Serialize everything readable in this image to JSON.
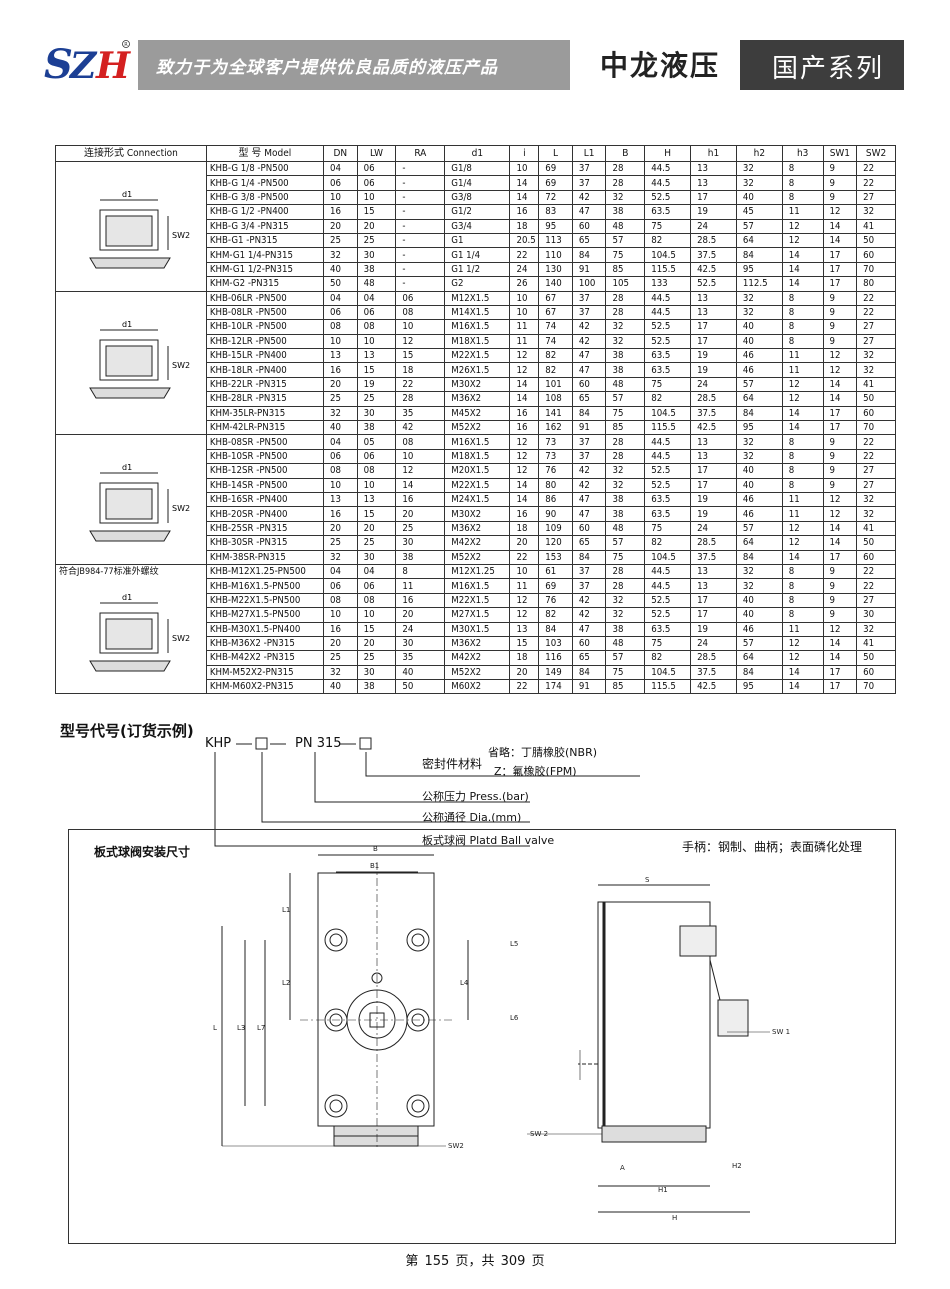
{
  "header": {
    "slogan": "致力于为全球客户提供优良品质的液压产品",
    "brand": "中龙液压",
    "series": "国产系列",
    "logo_text": "SZH"
  },
  "table": {
    "headers": [
      "连接形式 Connection",
      "型  号 Model",
      "DN",
      "LW",
      "RA",
      "d1",
      "i",
      "L",
      "L1",
      "B",
      "H",
      "h1",
      "h2",
      "h3",
      "SW1",
      "SW2"
    ],
    "groups": [
      {
        "note": "",
        "rows": [
          [
            "KHB-G 1/8 -PN500",
            "04",
            "06",
            "-",
            "G1/8",
            "10",
            "69",
            "37",
            "28",
            "44.5",
            "13",
            "32",
            "8",
            "9",
            "22"
          ],
          [
            "KHB-G 1/4 -PN500",
            "06",
            "06",
            "-",
            "G1/4",
            "14",
            "69",
            "37",
            "28",
            "44.5",
            "13",
            "32",
            "8",
            "9",
            "22"
          ],
          [
            "KHB-G 3/8 -PN500",
            "10",
            "10",
            "-",
            "G3/8",
            "14",
            "72",
            "42",
            "32",
            "52.5",
            "17",
            "40",
            "8",
            "9",
            "27"
          ],
          [
            "KHB-G 1/2 -PN400",
            "16",
            "15",
            "-",
            "G1/2",
            "16",
            "83",
            "47",
            "38",
            "63.5",
            "19",
            "45",
            "11",
            "12",
            "32"
          ],
          [
            "KHB-G 3/4 -PN315",
            "20",
            "20",
            "-",
            "G3/4",
            "18",
            "95",
            "60",
            "48",
            "75",
            "24",
            "57",
            "12",
            "14",
            "41"
          ],
          [
            "KHB-G1 -PN315",
            "25",
            "25",
            "-",
            "G1",
            "20.5",
            "113",
            "65",
            "57",
            "82",
            "28.5",
            "64",
            "12",
            "14",
            "50"
          ],
          [
            "KHM-G1 1/4-PN315",
            "32",
            "30",
            "-",
            "G1 1/4",
            "22",
            "110",
            "84",
            "75",
            "104.5",
            "37.5",
            "84",
            "14",
            "17",
            "60"
          ],
          [
            "KHM-G1 1/2-PN315",
            "40",
            "38",
            "-",
            "G1 1/2",
            "24",
            "130",
            "91",
            "85",
            "115.5",
            "42.5",
            "95",
            "14",
            "17",
            "70"
          ],
          [
            "KHM-G2 -PN315",
            "50",
            "48",
            "-",
            "G2",
            "26",
            "140",
            "100",
            "105",
            "133",
            "52.5",
            "112.5",
            "14",
            "17",
            "80"
          ]
        ]
      },
      {
        "note": "",
        "rows": [
          [
            "KHB-06LR -PN500",
            "04",
            "04",
            "06",
            "M12X1.5",
            "10",
            "67",
            "37",
            "28",
            "44.5",
            "13",
            "32",
            "8",
            "9",
            "22"
          ],
          [
            "KHB-08LR -PN500",
            "06",
            "06",
            "08",
            "M14X1.5",
            "10",
            "67",
            "37",
            "28",
            "44.5",
            "13",
            "32",
            "8",
            "9",
            "22"
          ],
          [
            "KHB-10LR -PN500",
            "08",
            "08",
            "10",
            "M16X1.5",
            "11",
            "74",
            "42",
            "32",
            "52.5",
            "17",
            "40",
            "8",
            "9",
            "27"
          ],
          [
            "KHB-12LR -PN500",
            "10",
            "10",
            "12",
            "M18X1.5",
            "11",
            "74",
            "42",
            "32",
            "52.5",
            "17",
            "40",
            "8",
            "9",
            "27"
          ],
          [
            "KHB-15LR -PN400",
            "13",
            "13",
            "15",
            "M22X1.5",
            "12",
            "82",
            "47",
            "38",
            "63.5",
            "19",
            "46",
            "11",
            "12",
            "32"
          ],
          [
            "KHB-18LR -PN400",
            "16",
            "15",
            "18",
            "M26X1.5",
            "12",
            "82",
            "47",
            "38",
            "63.5",
            "19",
            "46",
            "11",
            "12",
            "32"
          ],
          [
            "KHB-22LR -PN315",
            "20",
            "19",
            "22",
            "M30X2",
            "14",
            "101",
            "60",
            "48",
            "75",
            "24",
            "57",
            "12",
            "14",
            "41"
          ],
          [
            "KHB-28LR -PN315",
            "25",
            "25",
            "28",
            "M36X2",
            "14",
            "108",
            "65",
            "57",
            "82",
            "28.5",
            "64",
            "12",
            "14",
            "50"
          ],
          [
            "KHM-35LR-PN315",
            "32",
            "30",
            "35",
            "M45X2",
            "16",
            "141",
            "84",
            "75",
            "104.5",
            "37.5",
            "84",
            "14",
            "17",
            "60"
          ],
          [
            "KHM-42LR-PN315",
            "40",
            "38",
            "42",
            "M52X2",
            "16",
            "162",
            "91",
            "85",
            "115.5",
            "42.5",
            "95",
            "14",
            "17",
            "70"
          ]
        ]
      },
      {
        "note": "",
        "rows": [
          [
            "KHB-08SR -PN500",
            "04",
            "05",
            "08",
            "M16X1.5",
            "12",
            "73",
            "37",
            "28",
            "44.5",
            "13",
            "32",
            "8",
            "9",
            "22"
          ],
          [
            "KHB-10SR -PN500",
            "06",
            "06",
            "10",
            "M18X1.5",
            "12",
            "73",
            "37",
            "28",
            "44.5",
            "13",
            "32",
            "8",
            "9",
            "22"
          ],
          [
            "KHB-12SR -PN500",
            "08",
            "08",
            "12",
            "M20X1.5",
            "12",
            "76",
            "42",
            "32",
            "52.5",
            "17",
            "40",
            "8",
            "9",
            "27"
          ],
          [
            "KHB-14SR -PN500",
            "10",
            "10",
            "14",
            "M22X1.5",
            "14",
            "80",
            "42",
            "32",
            "52.5",
            "17",
            "40",
            "8",
            "9",
            "27"
          ],
          [
            "KHB-16SR -PN400",
            "13",
            "13",
            "16",
            "M24X1.5",
            "14",
            "86",
            "47",
            "38",
            "63.5",
            "19",
            "46",
            "11",
            "12",
            "32"
          ],
          [
            "KHB-20SR -PN400",
            "16",
            "15",
            "20",
            "M30X2",
            "16",
            "90",
            "47",
            "38",
            "63.5",
            "19",
            "46",
            "11",
            "12",
            "32"
          ],
          [
            "KHB-25SR -PN315",
            "20",
            "20",
            "25",
            "M36X2",
            "18",
            "109",
            "60",
            "48",
            "75",
            "24",
            "57",
            "12",
            "14",
            "41"
          ],
          [
            "KHB-30SR -PN315",
            "25",
            "25",
            "30",
            "M42X2",
            "20",
            "120",
            "65",
            "57",
            "82",
            "28.5",
            "64",
            "12",
            "14",
            "50"
          ],
          [
            "KHM-38SR-PN315",
            "32",
            "30",
            "38",
            "M52X2",
            "22",
            "153",
            "84",
            "75",
            "104.5",
            "37.5",
            "84",
            "14",
            "17",
            "60"
          ]
        ]
      },
      {
        "note": "符合JB984-77标准外螺纹",
        "rows": [
          [
            "KHB-M12X1.25-PN500",
            "04",
            "04",
            "8",
            "M12X1.25",
            "10",
            "61",
            "37",
            "28",
            "44.5",
            "13",
            "32",
            "8",
            "9",
            "22"
          ],
          [
            "KHB-M16X1.5-PN500",
            "06",
            "06",
            "11",
            "M16X1.5",
            "11",
            "69",
            "37",
            "28",
            "44.5",
            "13",
            "32",
            "8",
            "9",
            "22"
          ],
          [
            "KHB-M22X1.5-PN500",
            "08",
            "08",
            "16",
            "M22X1.5",
            "12",
            "76",
            "42",
            "32",
            "52.5",
            "17",
            "40",
            "8",
            "9",
            "27"
          ],
          [
            "KHB-M27X1.5-PN500",
            "10",
            "10",
            "20",
            "M27X1.5",
            "12",
            "82",
            "42",
            "32",
            "52.5",
            "17",
            "40",
            "8",
            "9",
            "30"
          ],
          [
            "KHB-M30X1.5-PN400",
            "16",
            "15",
            "24",
            "M30X1.5",
            "13",
            "84",
            "47",
            "38",
            "63.5",
            "19",
            "46",
            "11",
            "12",
            "32"
          ],
          [
            "KHB-M36X2 -PN315",
            "20",
            "20",
            "30",
            "M36X2",
            "15",
            "103",
            "60",
            "48",
            "75",
            "24",
            "57",
            "12",
            "14",
            "41"
          ],
          [
            "KHB-M42X2 -PN315",
            "25",
            "25",
            "35",
            "M42X2",
            "18",
            "116",
            "65",
            "57",
            "82",
            "28.5",
            "64",
            "12",
            "14",
            "50"
          ],
          [
            "KHM-M52X2-PN315",
            "32",
            "30",
            "40",
            "M52X2",
            "20",
            "149",
            "84",
            "75",
            "104.5",
            "37.5",
            "84",
            "14",
            "17",
            "60"
          ],
          [
            "KHM-M60X2-PN315",
            "40",
            "38",
            "50",
            "M60X2",
            "22",
            "174",
            "91",
            "85",
            "115.5",
            "42.5",
            "95",
            "14",
            "17",
            "70"
          ]
        ]
      }
    ]
  },
  "order": {
    "title": "型号代号(订货示例)",
    "code_prefix": "KHP",
    "code_pn": "PN 315",
    "seal_label": "密封件材料",
    "seal_omit": "省略：丁腈橡胶(NBR)",
    "seal_z": "Z：氟橡胶(FPM)",
    "pressure": "公称压力 Press.(bar)",
    "dia": "公称通径 Dia.(mm)",
    "valve": "板式球阀 Platd Ball valve",
    "handle_note": "手柄：钢制、曲柄；表面磷化处理"
  },
  "install": {
    "title": "板式球阀安装尺寸"
  },
  "page": {
    "prefix": "第",
    "current": "155",
    "mid": "页，共",
    "total": "309",
    "suffix": "页"
  }
}
